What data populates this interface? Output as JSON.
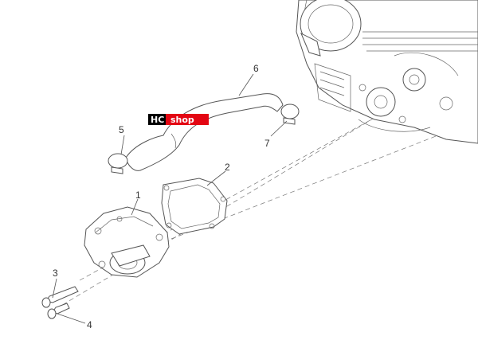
{
  "logo": {
    "text_left": "HC",
    "text_right": "shop",
    "color_left": "#000000",
    "color_right": "#e30613"
  },
  "callouts": [
    {
      "id": "1",
      "label": "1"
    },
    {
      "id": "2",
      "label": "2"
    },
    {
      "id": "3",
      "label": "3"
    },
    {
      "id": "4",
      "label": "4"
    },
    {
      "id": "5",
      "label": "5"
    },
    {
      "id": "6",
      "label": "6"
    },
    {
      "id": "7",
      "label": "7"
    }
  ]
}
